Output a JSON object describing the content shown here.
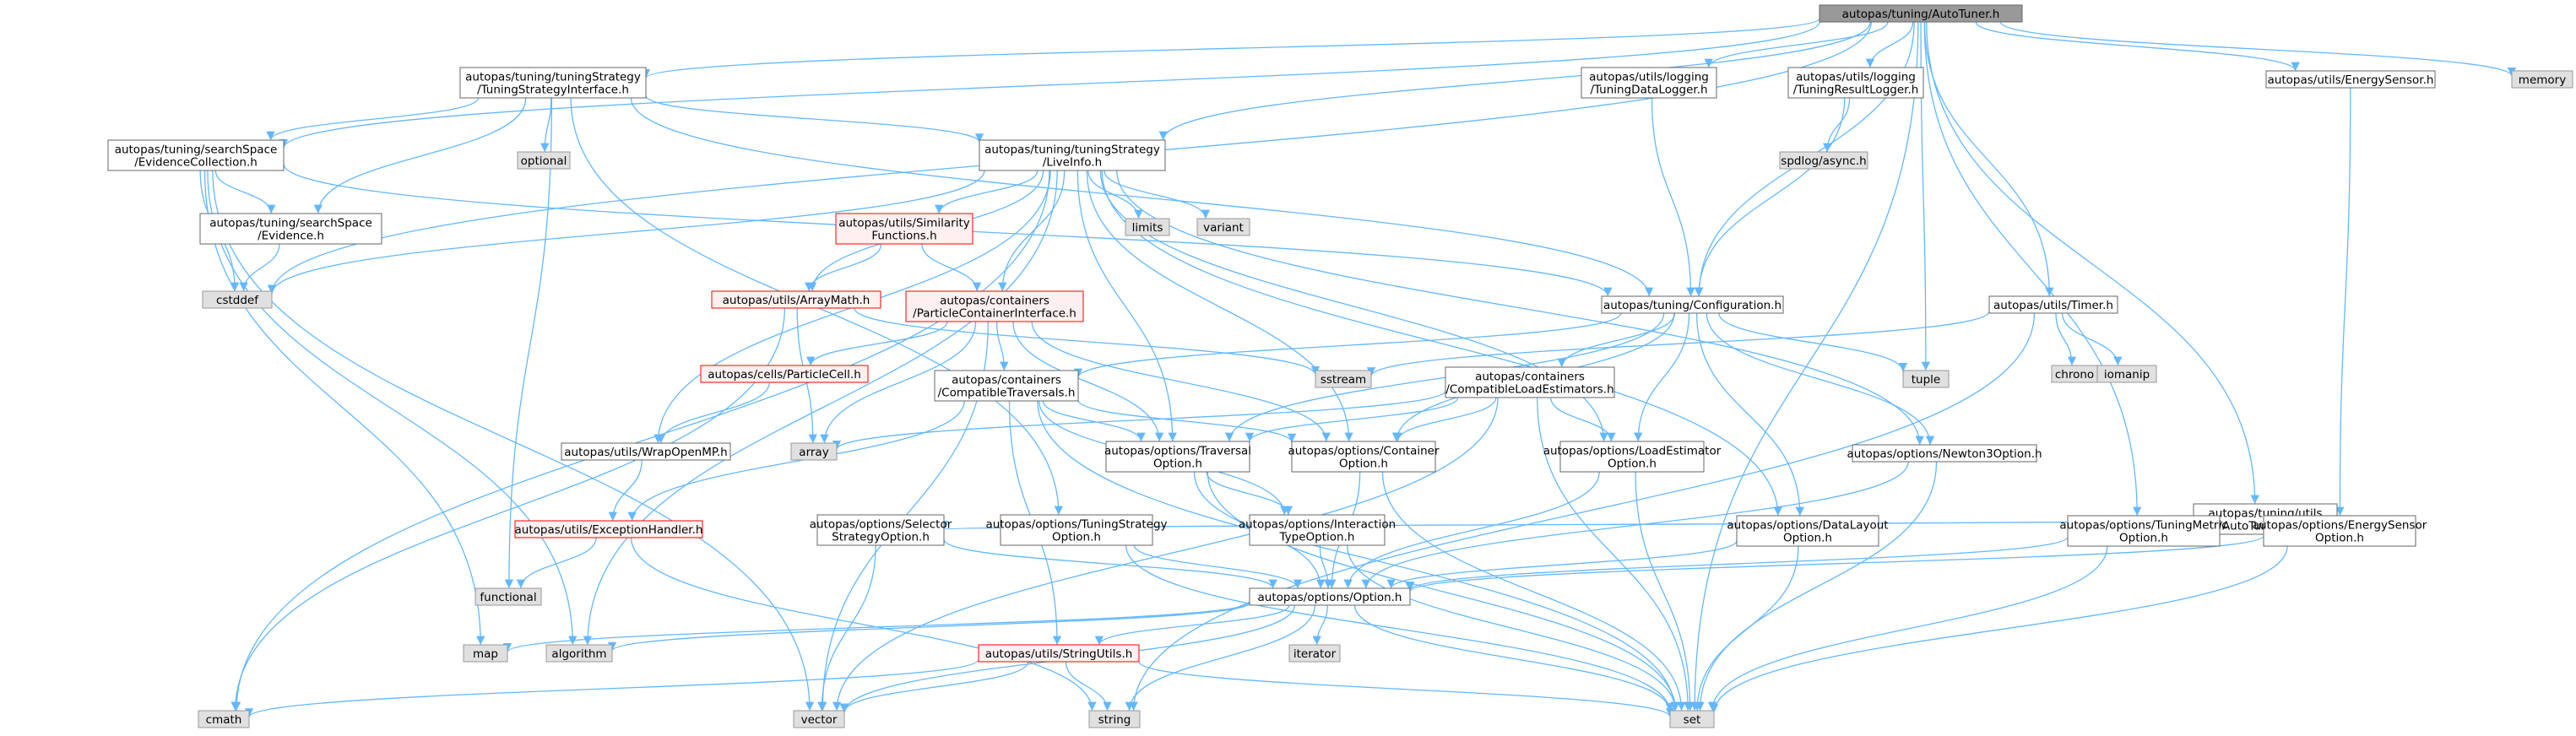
{
  "diagram": {
    "colors": {
      "edge": "#63b8ff",
      "root_fill": "#999999",
      "root_stroke": "#666666",
      "file_fill": "#ffffff",
      "file_stroke": "#666666",
      "external_fill": "#e0e0e0",
      "external_stroke": "#999999",
      "truncated_fill": "#fff0f0",
      "truncated_stroke": "#ff0000"
    },
    "nodes": [
      {
        "id": "autotuner",
        "kind": "root",
        "lines": [
          "autopas/tuning/AutoTuner.h"
        ]
      },
      {
        "id": "tsi",
        "kind": "file",
        "lines": [
          "autopas/tuning/tuningStrategy",
          "/TuningStrategyInterface.h"
        ]
      },
      {
        "id": "tdl",
        "kind": "file",
        "lines": [
          "autopas/utils/logging",
          "/TuningDataLogger.h"
        ]
      },
      {
        "id": "trl",
        "kind": "file",
        "lines": [
          "autopas/utils/logging",
          "/TuningResultLogger.h"
        ]
      },
      {
        "id": "es",
        "kind": "file",
        "lines": [
          "autopas/utils/EnergySensor.h"
        ]
      },
      {
        "id": "memory",
        "kind": "external",
        "lines": [
          "memory"
        ]
      },
      {
        "id": "optional",
        "kind": "external",
        "lines": [
          "optional"
        ]
      },
      {
        "id": "spdlog",
        "kind": "external",
        "lines": [
          "spdlog/async.h"
        ]
      },
      {
        "id": "ec",
        "kind": "file",
        "lines": [
          "autopas/tuning/searchSpace",
          "/EvidenceCollection.h"
        ]
      },
      {
        "id": "live",
        "kind": "file",
        "lines": [
          "autopas/tuning/tuningStrategy",
          "/LiveInfo.h"
        ]
      },
      {
        "id": "evidence",
        "kind": "file",
        "lines": [
          "autopas/tuning/searchSpace",
          "/Evidence.h"
        ]
      },
      {
        "id": "sim",
        "kind": "truncated",
        "lines": [
          "autopas/utils/Similarity",
          "Functions.h"
        ]
      },
      {
        "id": "limits",
        "kind": "external",
        "lines": [
          "limits"
        ]
      },
      {
        "id": "variant",
        "kind": "external",
        "lines": [
          "variant"
        ]
      },
      {
        "id": "cstddef",
        "kind": "external",
        "lines": [
          "cstddef"
        ]
      },
      {
        "id": "arraymath",
        "kind": "truncated",
        "lines": [
          "autopas/utils/ArrayMath.h"
        ]
      },
      {
        "id": "pci",
        "kind": "truncated",
        "lines": [
          "autopas/containers",
          "/ParticleContainerInterface.h"
        ]
      },
      {
        "id": "config",
        "kind": "file",
        "lines": [
          "autopas/tuning/Configuration.h"
        ]
      },
      {
        "id": "timer",
        "kind": "file",
        "lines": [
          "autopas/utils/Timer.h"
        ]
      },
      {
        "id": "chrono",
        "kind": "external",
        "lines": [
          "chrono"
        ]
      },
      {
        "id": "iomanip",
        "kind": "external",
        "lines": [
          "iomanip"
        ]
      },
      {
        "id": "pcell",
        "kind": "truncated",
        "lines": [
          "autopas/cells/ParticleCell.h"
        ]
      },
      {
        "id": "sstream",
        "kind": "external",
        "lines": [
          "sstream"
        ]
      },
      {
        "id": "tuple",
        "kind": "external",
        "lines": [
          "tuple"
        ]
      },
      {
        "id": "ctrav",
        "kind": "file",
        "lines": [
          "autopas/containers",
          "/CompatibleTraversals.h"
        ]
      },
      {
        "id": "cle",
        "kind": "file",
        "lines": [
          "autopas/containers",
          "/CompatibleLoadEstimators.h"
        ]
      },
      {
        "id": "wrapomp",
        "kind": "file",
        "lines": [
          "autopas/utils/WrapOpenMP.h"
        ]
      },
      {
        "id": "array",
        "kind": "external",
        "lines": [
          "array"
        ]
      },
      {
        "id": "travopt",
        "kind": "file",
        "lines": [
          "autopas/options/Traversal",
          "Option.h"
        ]
      },
      {
        "id": "contopt",
        "kind": "file",
        "lines": [
          "autopas/options/Container",
          "Option.h"
        ]
      },
      {
        "id": "leopt",
        "kind": "file",
        "lines": [
          "autopas/options/LoadEstimator",
          "Option.h"
        ]
      },
      {
        "id": "n3opt",
        "kind": "file",
        "lines": [
          "autopas/options/Newton3Option.h"
        ]
      },
      {
        "id": "atinfo",
        "kind": "file",
        "lines": [
          "autopas/tuning/utils",
          "/AutoTunerInfo.h"
        ]
      },
      {
        "id": "exh",
        "kind": "truncated",
        "lines": [
          "autopas/utils/ExceptionHandler.h"
        ]
      },
      {
        "id": "selopt",
        "kind": "file",
        "lines": [
          "autopas/options/Selector",
          "StrategyOption.h"
        ]
      },
      {
        "id": "tsopt",
        "kind": "file",
        "lines": [
          "autopas/options/TuningStrategy",
          "Option.h"
        ]
      },
      {
        "id": "itopt",
        "kind": "file",
        "lines": [
          "autopas/options/Interaction",
          "TypeOption.h"
        ]
      },
      {
        "id": "dlopt",
        "kind": "file",
        "lines": [
          "autopas/options/DataLayout",
          "Option.h"
        ]
      },
      {
        "id": "tmopt",
        "kind": "file",
        "lines": [
          "autopas/options/TuningMetric",
          "Option.h"
        ]
      },
      {
        "id": "esopt",
        "kind": "file",
        "lines": [
          "autopas/options/EnergySensor",
          "Option.h"
        ]
      },
      {
        "id": "functional",
        "kind": "external",
        "lines": [
          "functional"
        ]
      },
      {
        "id": "option",
        "kind": "file",
        "lines": [
          "autopas/options/Option.h"
        ]
      },
      {
        "id": "map",
        "kind": "external",
        "lines": [
          "map"
        ]
      },
      {
        "id": "algorithm",
        "kind": "external",
        "lines": [
          "algorithm"
        ]
      },
      {
        "id": "iterator",
        "kind": "external",
        "lines": [
          "iterator"
        ]
      },
      {
        "id": "strutils",
        "kind": "truncated",
        "lines": [
          "autopas/utils/StringUtils.h"
        ]
      },
      {
        "id": "cmath",
        "kind": "external",
        "lines": [
          "cmath"
        ]
      },
      {
        "id": "vector",
        "kind": "external",
        "lines": [
          "vector"
        ]
      },
      {
        "id": "string",
        "kind": "external",
        "lines": [
          "string"
        ]
      },
      {
        "id": "set",
        "kind": "external",
        "lines": [
          "set"
        ]
      }
    ],
    "edges": [
      [
        "autotuner",
        "tsi"
      ],
      [
        "autotuner",
        "tdl"
      ],
      [
        "autotuner",
        "trl"
      ],
      [
        "autotuner",
        "es"
      ],
      [
        "autotuner",
        "memory"
      ],
      [
        "autotuner",
        "ec"
      ],
      [
        "autotuner",
        "live"
      ],
      [
        "autotuner",
        "cstddef"
      ],
      [
        "autotuner",
        "config"
      ],
      [
        "autotuner",
        "timer"
      ],
      [
        "autotuner",
        "tuple"
      ],
      [
        "autotuner",
        "atinfo"
      ],
      [
        "autotuner",
        "tmopt"
      ],
      [
        "autotuner",
        "set"
      ],
      [
        "tsi",
        "optional"
      ],
      [
        "tsi",
        "ec"
      ],
      [
        "tsi",
        "evidence"
      ],
      [
        "tsi",
        "live"
      ],
      [
        "tsi",
        "config"
      ],
      [
        "tsi",
        "functional"
      ],
      [
        "tsi",
        "tsopt"
      ],
      [
        "tdl",
        "config"
      ],
      [
        "trl",
        "config"
      ],
      [
        "trl",
        "spdlog"
      ],
      [
        "es",
        "esopt"
      ],
      [
        "ec",
        "evidence"
      ],
      [
        "ec",
        "cstddef"
      ],
      [
        "ec",
        "config"
      ],
      [
        "ec",
        "algorithm"
      ],
      [
        "ec",
        "map"
      ],
      [
        "ec",
        "vector"
      ],
      [
        "evidence",
        "cstddef"
      ],
      [
        "live",
        "cstddef"
      ],
      [
        "live",
        "sim"
      ],
      [
        "live",
        "arraymath"
      ],
      [
        "live",
        "pci"
      ],
      [
        "live",
        "limits"
      ],
      [
        "live",
        "variant"
      ],
      [
        "live",
        "travopt"
      ],
      [
        "live",
        "contopt"
      ],
      [
        "live",
        "leopt"
      ],
      [
        "live",
        "n3opt"
      ],
      [
        "live",
        "dlopt"
      ],
      [
        "live",
        "wrapomp"
      ],
      [
        "live",
        "algorithm"
      ],
      [
        "live",
        "cmath"
      ],
      [
        "sim",
        "arraymath"
      ],
      [
        "sim",
        "pci"
      ],
      [
        "arraymath",
        "array"
      ],
      [
        "arraymath",
        "sstream"
      ],
      [
        "arraymath",
        "cmath"
      ],
      [
        "pci",
        "pcell"
      ],
      [
        "pci",
        "ctrav"
      ],
      [
        "pci",
        "travopt"
      ],
      [
        "pci",
        "contopt"
      ],
      [
        "pci",
        "array"
      ],
      [
        "pci",
        "vector"
      ],
      [
        "pcell",
        "wrapomp"
      ],
      [
        "config",
        "ctrav"
      ],
      [
        "config",
        "cle"
      ],
      [
        "config",
        "travopt"
      ],
      [
        "config",
        "contopt"
      ],
      [
        "config",
        "leopt"
      ],
      [
        "config",
        "n3opt"
      ],
      [
        "config",
        "dlopt"
      ],
      [
        "config",
        "tuple"
      ],
      [
        "timer",
        "chrono"
      ],
      [
        "timer",
        "iomanip"
      ],
      [
        "timer",
        "sstream"
      ],
      [
        "timer",
        "string"
      ],
      [
        "ctrav",
        "travopt"
      ],
      [
        "ctrav",
        "contopt"
      ],
      [
        "ctrav",
        "itopt"
      ],
      [
        "ctrav",
        "set"
      ],
      [
        "ctrav",
        "exh"
      ],
      [
        "ctrav",
        "strutils"
      ],
      [
        "cle",
        "contopt"
      ],
      [
        "cle",
        "leopt"
      ],
      [
        "cle",
        "travopt"
      ],
      [
        "cle",
        "array"
      ],
      [
        "cle",
        "set"
      ],
      [
        "cle",
        "vector"
      ],
      [
        "wrapomp",
        "exh"
      ],
      [
        "travopt",
        "option"
      ],
      [
        "travopt",
        "itopt"
      ],
      [
        "travopt",
        "set"
      ],
      [
        "contopt",
        "option"
      ],
      [
        "contopt",
        "set"
      ],
      [
        "leopt",
        "option"
      ],
      [
        "leopt",
        "set"
      ],
      [
        "n3opt",
        "option"
      ],
      [
        "n3opt",
        "set"
      ],
      [
        "atinfo",
        "selopt"
      ],
      [
        "atinfo",
        "tmopt"
      ],
      [
        "atinfo",
        "esopt"
      ],
      [
        "exh",
        "functional"
      ],
      [
        "exh",
        "string"
      ],
      [
        "selopt",
        "option"
      ],
      [
        "selopt",
        "vector"
      ],
      [
        "tsopt",
        "option"
      ],
      [
        "tsopt",
        "set"
      ],
      [
        "itopt",
        "option"
      ],
      [
        "itopt",
        "set"
      ],
      [
        "dlopt",
        "option"
      ],
      [
        "dlopt",
        "set"
      ],
      [
        "tmopt",
        "option"
      ],
      [
        "tmopt",
        "set"
      ],
      [
        "esopt",
        "option"
      ],
      [
        "esopt",
        "set"
      ],
      [
        "option",
        "map"
      ],
      [
        "option",
        "algorithm"
      ],
      [
        "option",
        "iterator"
      ],
      [
        "option",
        "strutils"
      ],
      [
        "option",
        "vector"
      ],
      [
        "option",
        "string"
      ],
      [
        "option",
        "set"
      ],
      [
        "strutils",
        "cmath"
      ],
      [
        "strutils",
        "vector"
      ],
      [
        "strutils",
        "string"
      ],
      [
        "strutils",
        "set"
      ]
    ]
  }
}
